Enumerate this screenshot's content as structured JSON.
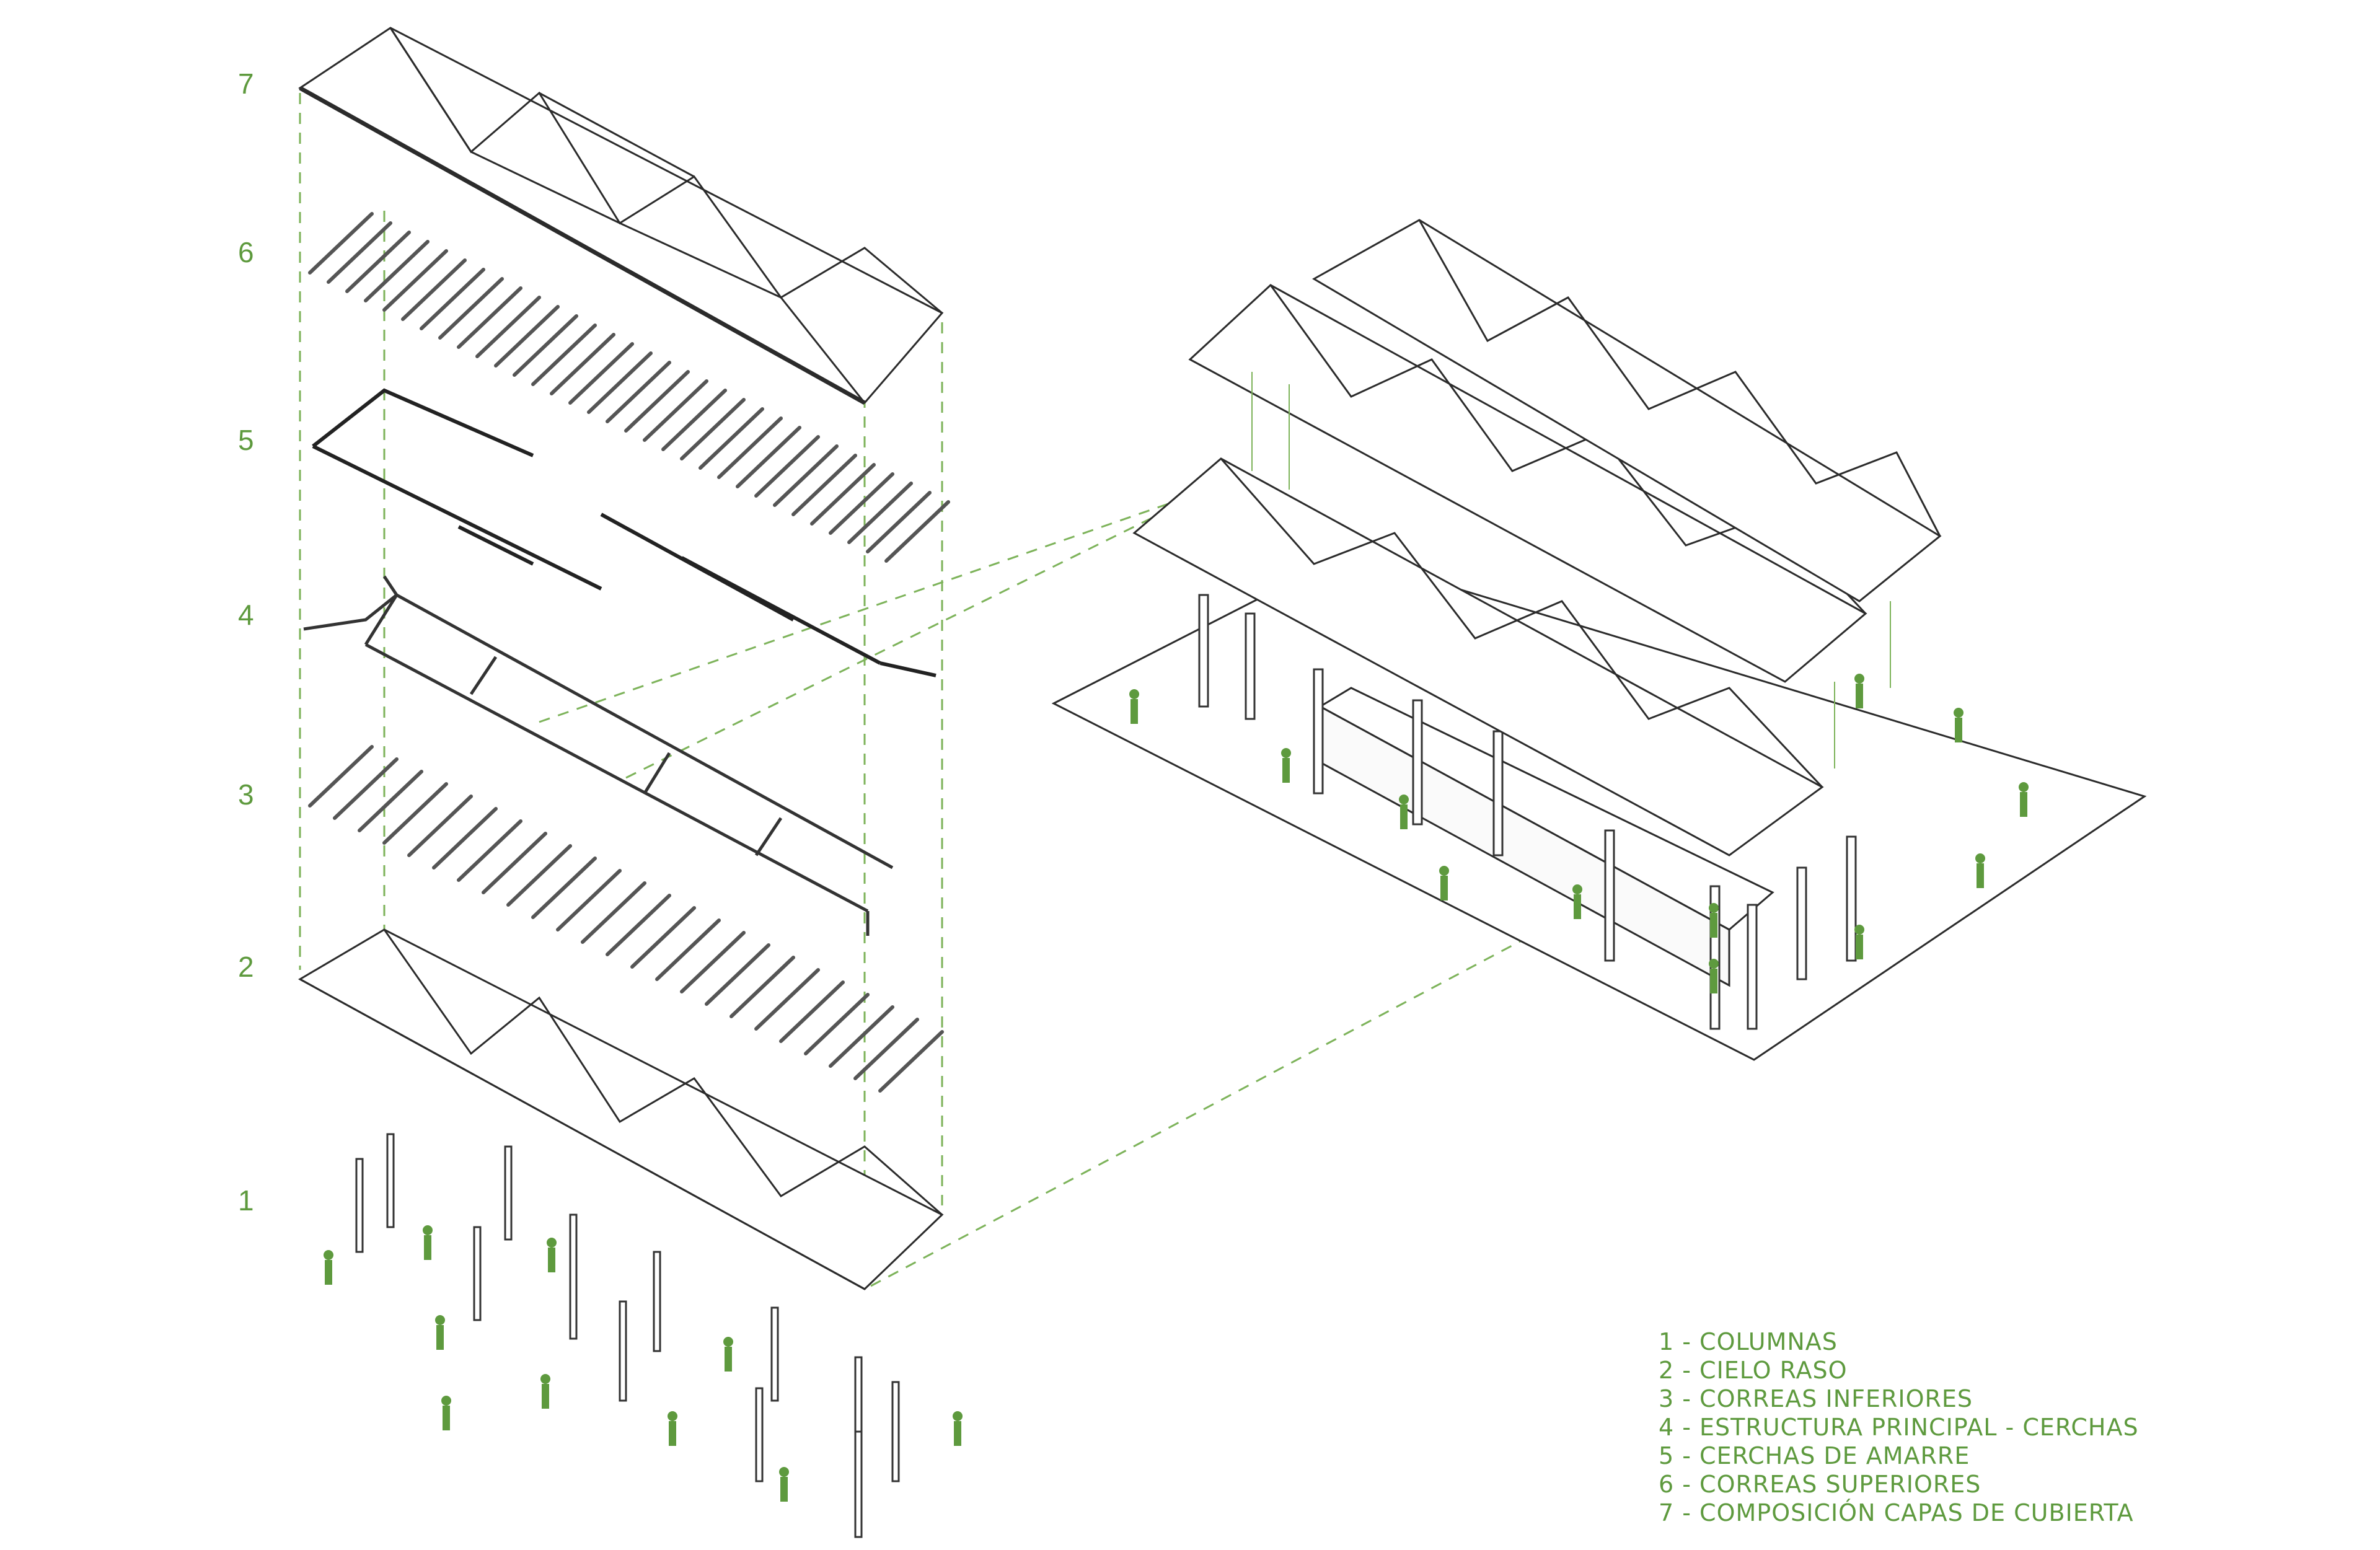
{
  "layer_numbers": [
    "7",
    "6",
    "5",
    "4",
    "3",
    "2",
    "1"
  ],
  "legend": [
    "1 - COLUMNAS",
    "2 - CIELO RASO",
    "3 - CORREAS INFERIORES",
    "4 - ESTRUCTURA PRINCIPAL - CERCHAS",
    "5 - CERCHAS DE AMARRE",
    "6 - CORREAS SUPERIORES",
    "7 - COMPOSICIÓN CAPAS DE CUBIERTA"
  ],
  "colors": {
    "accent_green": "#5e9a3e",
    "line": "#2b2b2b",
    "background": "#ffffff"
  },
  "components": [
    "columns",
    "ceiling",
    "lower-purlins",
    "main-trusses",
    "tie-trusses",
    "upper-purlins",
    "roof-layers"
  ]
}
